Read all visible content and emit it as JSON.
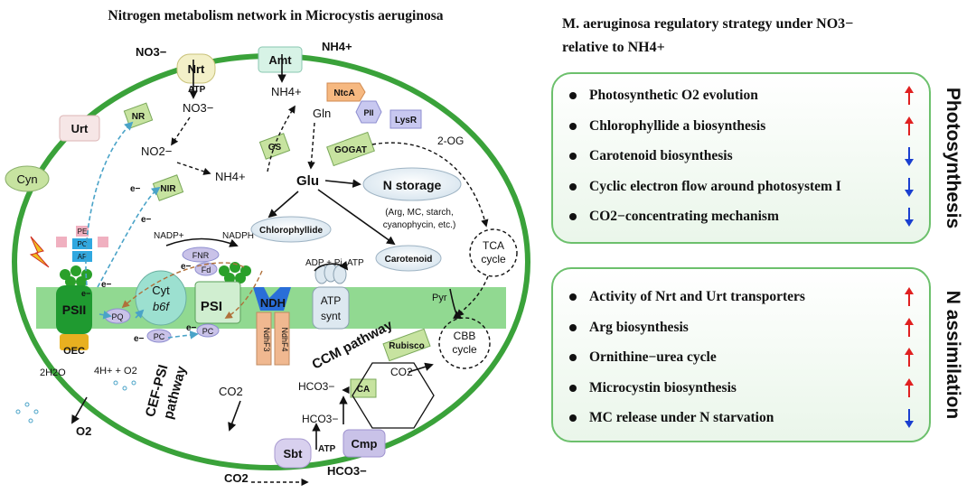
{
  "left_title": "Nitrogen metabolism network in Microcystis aeruginosa",
  "cell": {
    "transporters": {
      "nrt": "Nrt",
      "amt": "Amt",
      "urt": "Urt",
      "sbt": "Sbt",
      "cmp": "Cmp"
    },
    "cyn": "Cyn",
    "enzymes": {
      "nr": "NR",
      "nir": "NIR",
      "gs": "GS",
      "gogat": "GOGAT",
      "rubisco": "Rubisco",
      "ca": "CA"
    },
    "regulators": {
      "ntca": "NtcA",
      "pii": "PII",
      "lysr": "LysR"
    },
    "metabolites": {
      "no3_out": "NO3−",
      "nh4_out": "NH4+",
      "atp_nrt": "ATP",
      "no3_in": "NO3−",
      "nh4_in": "NH4+",
      "no2": "NO2−",
      "nh4_mid": "NH4+",
      "gln": "Gln",
      "glu": "Glu",
      "two_og": "2-OG",
      "nadp": "NADP+",
      "nadph": "NADPH",
      "adp_pi": "ADP + Pi",
      "atp_synt_out": "ATP",
      "pyr": "Pyr",
      "co2_cbb": "CO2",
      "hco3_ca": "HCO3−",
      "hco3_in": "HCO3−",
      "co2_left": "CO2",
      "co2_out": "CO2",
      "hco3_out": "HCO3−",
      "atp_sbt": "ATP",
      "h2o": "2H2O",
      "h_o2": "4H+ + O2",
      "o2": "O2"
    },
    "storage": {
      "n_storage": "N storage",
      "n_storage_note1": "(Arg, MC, starch,",
      "n_storage_note2": "cyanophycin, etc.)",
      "chlorophyllide": "Chlorophyllide",
      "carotenoid": "Carotenoid"
    },
    "cycles": {
      "tca1": "TCA",
      "tca2": "cycle",
      "cbb1": "CBB",
      "cbb2": "cycle"
    },
    "thylakoid": {
      "psii": "PSII",
      "oec": "OEC",
      "pe": "PE",
      "pc_ant": "PC",
      "ap": "AP",
      "pq": "PQ",
      "cyt1": "Cyt",
      "cyt2": "b6f",
      "psi": "PSI",
      "pc": "PC",
      "pc2": "PC",
      "fnr": "FNR",
      "fd": "Fd",
      "ndh": "NDH",
      "ndhf3": "NdhF3",
      "ndhf4": "NdhF4",
      "atp_synt1": "ATP",
      "atp_synt2": "synt",
      "e": "e−"
    },
    "pathways": {
      "cef_psi1": "CEF-PSI",
      "cef_psi2": "pathway",
      "ccm": "CCM pathway"
    }
  },
  "right": {
    "title_line1": "M. aeruginosa regulatory strategy under NO3−",
    "title_line2": "relative to NH4+",
    "panels": [
      {
        "label": "Photosynthesis",
        "items": [
          {
            "text": "Photosynthetic O2 evolution",
            "trend": "up"
          },
          {
            "text": "Chlorophyllide a biosynthesis",
            "trend": "up"
          },
          {
            "text": "Carotenoid biosynthesis",
            "trend": "down"
          },
          {
            "text": "Cyclic electron flow around photosystem I",
            "trend": "down"
          },
          {
            "text": "CO2−concentrating mechanism",
            "trend": "down"
          }
        ]
      },
      {
        "label": "N assimilation",
        "items": [
          {
            "text": "Activity of Nrt and Urt transporters",
            "trend": "up"
          },
          {
            "text": "Arg biosynthesis",
            "trend": "up"
          },
          {
            "text": "Ornithine−urea cycle",
            "trend": "up"
          },
          {
            "text": "Microcystin biosynthesis",
            "trend": "up"
          },
          {
            "text": "MC release under N starvation",
            "trend": "down"
          }
        ]
      }
    ]
  },
  "colors": {
    "membrane": "#3aa23a",
    "up_arrow": "#e02020",
    "down_arrow": "#1a3fd0",
    "panel_border": "#6cc06c",
    "enzyme_fill": "#c7e3a0",
    "transporter_fill": "#d7f3e6",
    "thylakoid": "#7ed27e"
  }
}
